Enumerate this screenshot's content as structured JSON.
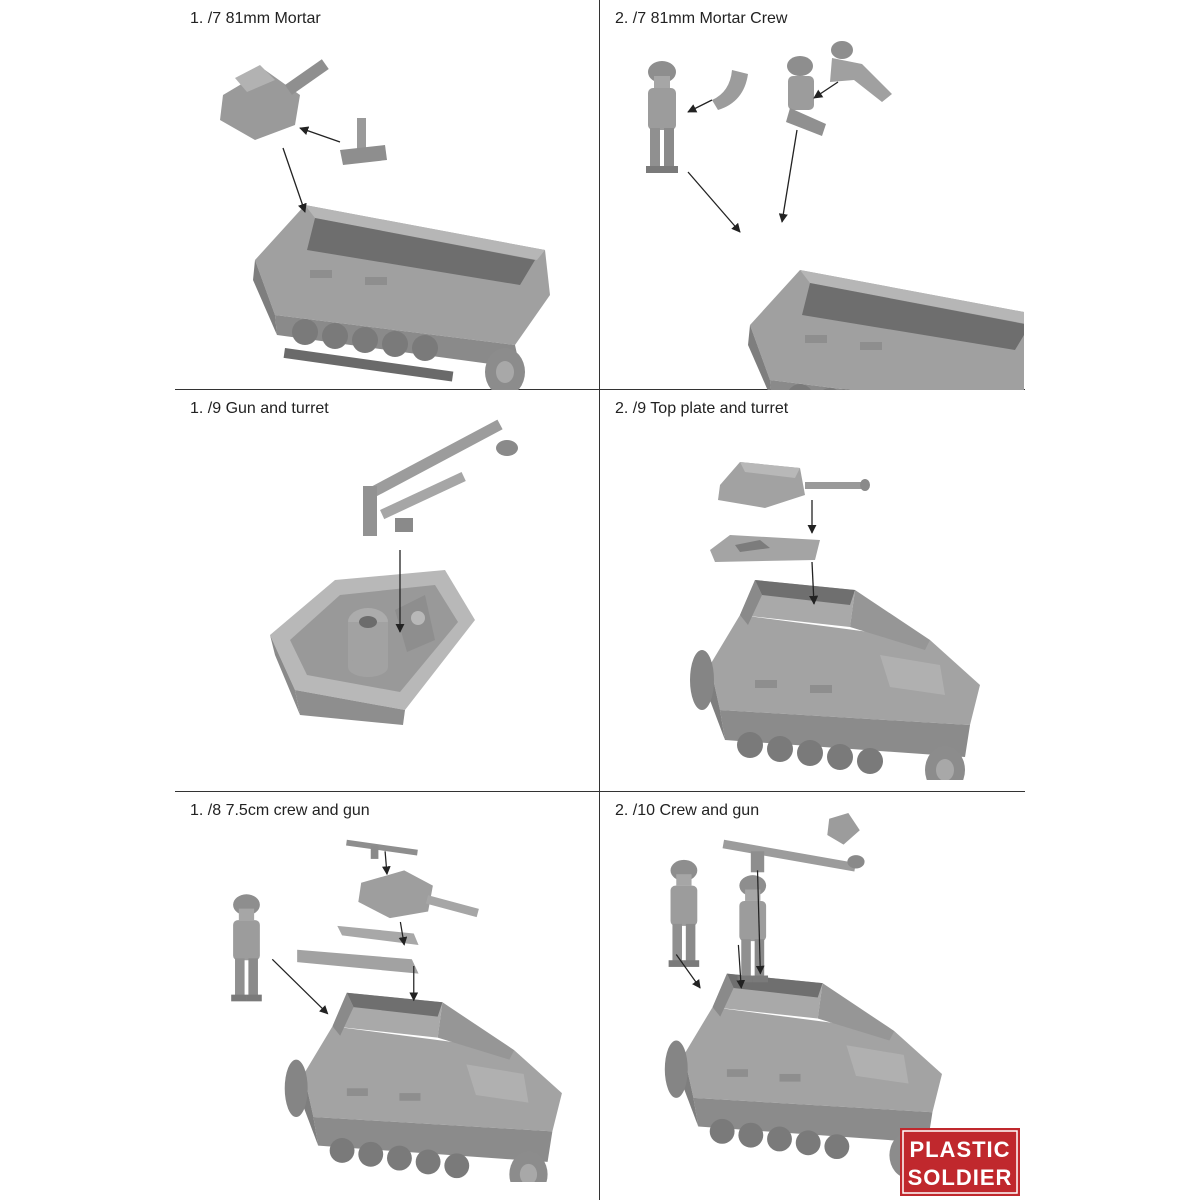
{
  "panels": [
    {
      "caption": "1. /7 81mm Mortar"
    },
    {
      "caption": "2. /7 81mm Mortar Crew"
    },
    {
      "caption": "1. /9 Gun and turret"
    },
    {
      "caption": "2. /9 Top plate and turret"
    },
    {
      "caption": "1. /8 7.5cm crew and gun"
    },
    {
      "caption": "2. /10 Crew and gun"
    }
  ],
  "logo": {
    "line1": "PLASTIC",
    "line2": "SOLDIER"
  },
  "colors": {
    "model": "#9a9a9a",
    "model_dark": "#7c7c7c",
    "model_light": "#b3b3b3",
    "logo": "#c0282d",
    "rule": "#333333"
  }
}
